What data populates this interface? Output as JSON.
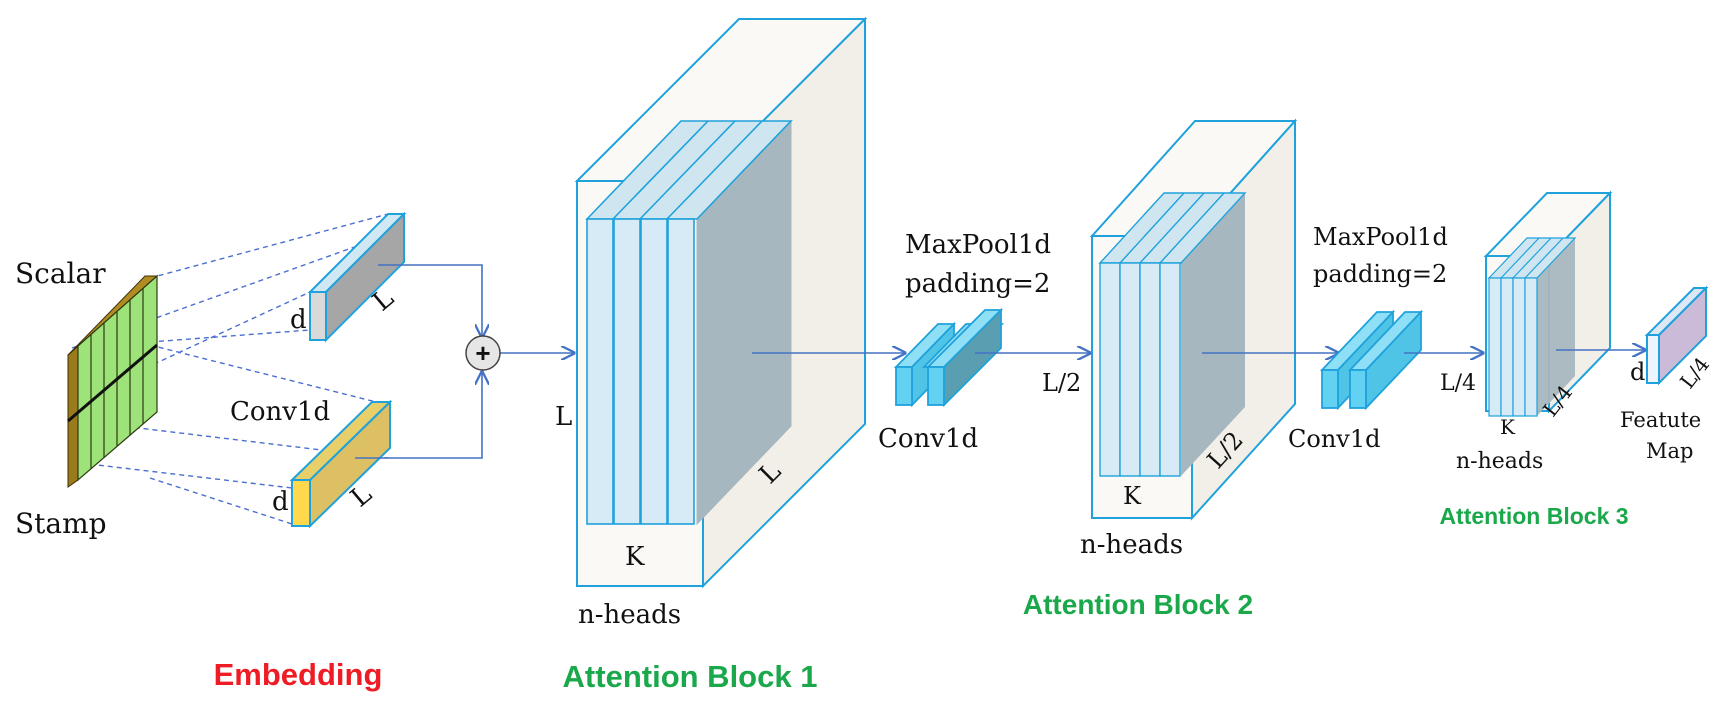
{
  "labels": {
    "scalar": "Scalar",
    "stamp": "Stamp",
    "d": "d",
    "L": "L",
    "conv1d": "Conv1d",
    "plus": "+",
    "maxpool": "MaxPool1d",
    "padding": "padding=2",
    "K": "K",
    "n_heads": "n-heads",
    "L_half": "L/2",
    "L_quarter": "L/4",
    "feature": "Featute",
    "map": "Map"
  },
  "sections": {
    "embedding": "Embedding",
    "block1": "Attention Block 1",
    "block2": "Attention Block 2",
    "block3": "Attention Block 3"
  },
  "colors": {
    "edge": "#1fa2dc",
    "arrow": "#4472c4",
    "dash": "#4a6fd0",
    "panel": "#d6ebf5",
    "box_face": "#fbf9f5",
    "box_side": "#f2efe8",
    "gray_slab": "#a7b7bf",
    "conv_block": "#63d2f2",
    "embed_red": "#ee1c24",
    "block_green": "#1aa84b",
    "scalar_green": "#9ee27a",
    "scalar_dark": "#9a7a1a",
    "conv_yellow": "#dcc063",
    "conv_yellow_front": "#ffd84d",
    "map_purple": "#cbbbd8"
  }
}
